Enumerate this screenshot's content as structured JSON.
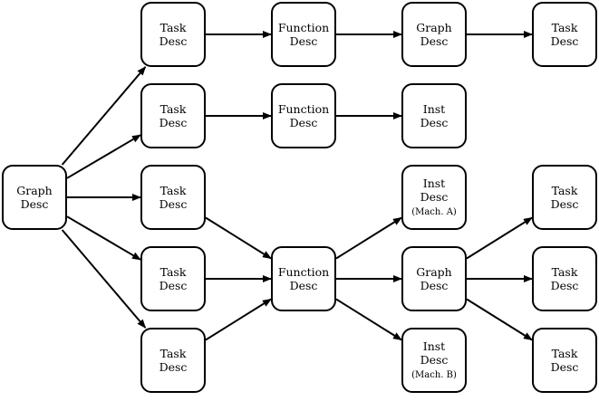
{
  "nodes": {
    "graph_root": {
      "l1": "Graph",
      "l2": "Desc"
    },
    "task_r1": {
      "l1": "Task",
      "l2": "Desc"
    },
    "task_r2": {
      "l1": "Task",
      "l2": "Desc"
    },
    "task_r3": {
      "l1": "Task",
      "l2": "Desc"
    },
    "task_r4": {
      "l1": "Task",
      "l2": "Desc"
    },
    "task_r5": {
      "l1": "Task",
      "l2": "Desc"
    },
    "function_r1": {
      "l1": "Function",
      "l2": "Desc"
    },
    "function_r2": {
      "l1": "Function",
      "l2": "Desc"
    },
    "function_mid": {
      "l1": "Function",
      "l2": "Desc"
    },
    "graph_r1": {
      "l1": "Graph",
      "l2": "Desc"
    },
    "inst_r2": {
      "l1": "Inst",
      "l2": "Desc"
    },
    "inst_a": {
      "l1": "Inst",
      "l2": "Desc",
      "sub": "(Mach. A)"
    },
    "graph_mid": {
      "l1": "Graph",
      "l2": "Desc"
    },
    "inst_b": {
      "l1": "Inst",
      "l2": "Desc",
      "sub": "(Mach. B)"
    },
    "task_end_r1": {
      "l1": "Task",
      "l2": "Desc"
    },
    "task_end_r3": {
      "l1": "Task",
      "l2": "Desc"
    },
    "task_end_r4": {
      "l1": "Task",
      "l2": "Desc"
    },
    "task_end_r5": {
      "l1": "Task",
      "l2": "Desc"
    }
  },
  "edges": [
    [
      "graph_root",
      "task_r1"
    ],
    [
      "graph_root",
      "task_r2"
    ],
    [
      "graph_root",
      "task_r3"
    ],
    [
      "graph_root",
      "task_r4"
    ],
    [
      "graph_root",
      "task_r5"
    ],
    [
      "task_r1",
      "function_r1"
    ],
    [
      "function_r1",
      "graph_r1"
    ],
    [
      "graph_r1",
      "task_end_r1"
    ],
    [
      "task_r2",
      "function_r2"
    ],
    [
      "function_r2",
      "inst_r2"
    ],
    [
      "task_r3",
      "function_mid"
    ],
    [
      "task_r4",
      "function_mid"
    ],
    [
      "task_r5",
      "function_mid"
    ],
    [
      "function_mid",
      "inst_a"
    ],
    [
      "function_mid",
      "graph_mid"
    ],
    [
      "function_mid",
      "inst_b"
    ],
    [
      "graph_mid",
      "task_end_r3"
    ],
    [
      "graph_mid",
      "task_end_r4"
    ],
    [
      "graph_mid",
      "task_end_r5"
    ]
  ]
}
